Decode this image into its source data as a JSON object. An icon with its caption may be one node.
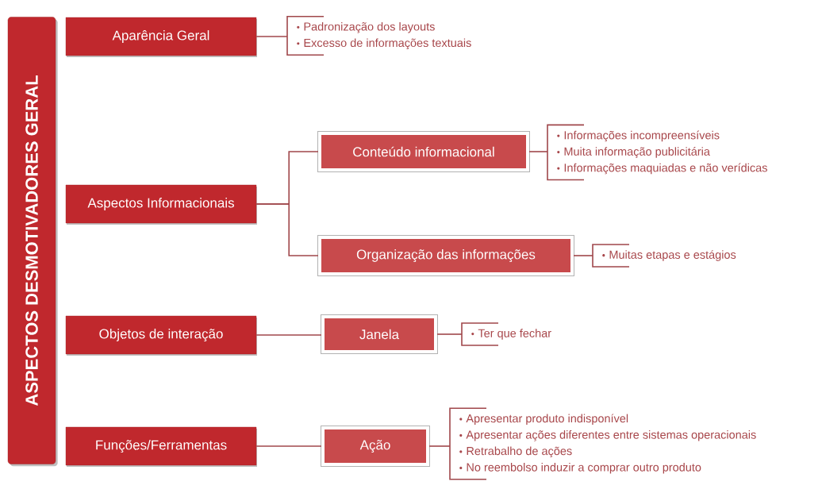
{
  "diagram": {
    "nodes": [
      {
        "text": [
          "ASPECTOS DESMOTIVADORES GERAL"
        ]
      },
      {
        "text": [
          "Aparência Geral"
        ]
      },
      {
        "text": [
          "Padronização dos layouts",
          "Excesso de informações textuais"
        ]
      },
      {
        "text": [
          "Aspectos Informacionais"
        ]
      },
      {
        "text": [
          "Conteúdo informacional"
        ]
      },
      {
        "text": [
          "Informações incompreensíveis",
          "Muita informação publicitária",
          "Informações maquiadas e não verídicas"
        ]
      },
      {
        "text": [
          "Organização das informações"
        ]
      },
      {
        "text": [
          "Muitas etapas e estágios"
        ]
      },
      {
        "text": [
          "Objetos de interação"
        ]
      },
      {
        "text": [
          "Janela"
        ]
      },
      {
        "text": [
          "Ter que fechar"
        ]
      },
      {
        "text": [
          "Funções/Ferramentas"
        ]
      },
      {
        "text": [
          "Ação"
        ]
      },
      {
        "text": [
          "Apresentar produto indisponível",
          "Apresentar ações diferentes entre sistemas operacionais",
          "Retrabalho de ações",
          "No reembolso induzir a comprar outro produto"
        ]
      }
    ],
    "edges": [
      {
        "from": 1,
        "to": 2,
        "arrow": "none"
      },
      {
        "from": 3,
        "to": 4,
        "arrow": "none"
      },
      {
        "from": 3,
        "to": 6,
        "arrow": "none"
      },
      {
        "from": 4,
        "to": 5,
        "arrow": "none"
      },
      {
        "from": 6,
        "to": 7,
        "arrow": "none"
      },
      {
        "from": 8,
        "to": 9,
        "arrow": "none"
      },
      {
        "from": 9,
        "to": 10,
        "arrow": "none"
      },
      {
        "from": 11,
        "to": 12,
        "arrow": "none"
      },
      {
        "from": 12,
        "to": 13,
        "arrow": "none"
      }
    ]
  }
}
